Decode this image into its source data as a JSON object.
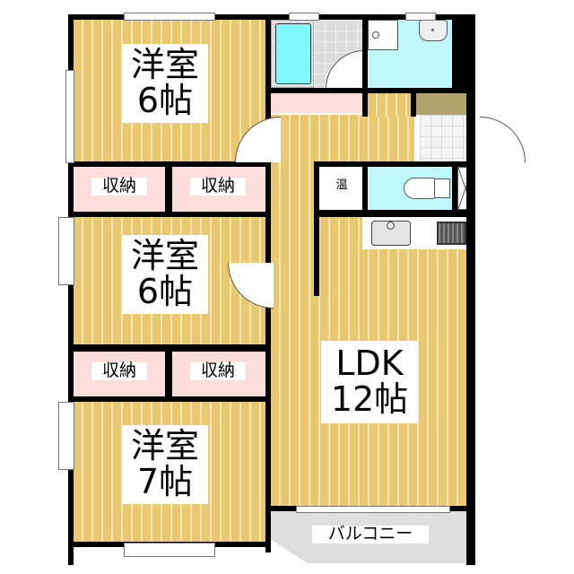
{
  "floorplan": {
    "rooms": [
      {
        "id": "western-room-1",
        "name": "洋室",
        "size": "6帖"
      },
      {
        "id": "western-room-2",
        "name": "洋室",
        "size": "6帖"
      },
      {
        "id": "western-room-3",
        "name": "洋室",
        "size": "7帖"
      },
      {
        "id": "ldk",
        "name": "LDK",
        "size": "12帖"
      }
    ],
    "storage": [
      {
        "label": "収納"
      },
      {
        "label": "収納"
      },
      {
        "label": "収納"
      },
      {
        "label": "収納"
      }
    ],
    "water_heater": {
      "label": "温"
    },
    "balcony": {
      "label": "バルコニー"
    },
    "colors": {
      "floor_wood": "#e9c870",
      "storage": "#fddcdc",
      "wet_area": "#bff8fb",
      "bathtub": "#80f8ff",
      "entrance_step": "#b0a46c",
      "balcony": "#dedede",
      "wall": "#000000"
    }
  }
}
